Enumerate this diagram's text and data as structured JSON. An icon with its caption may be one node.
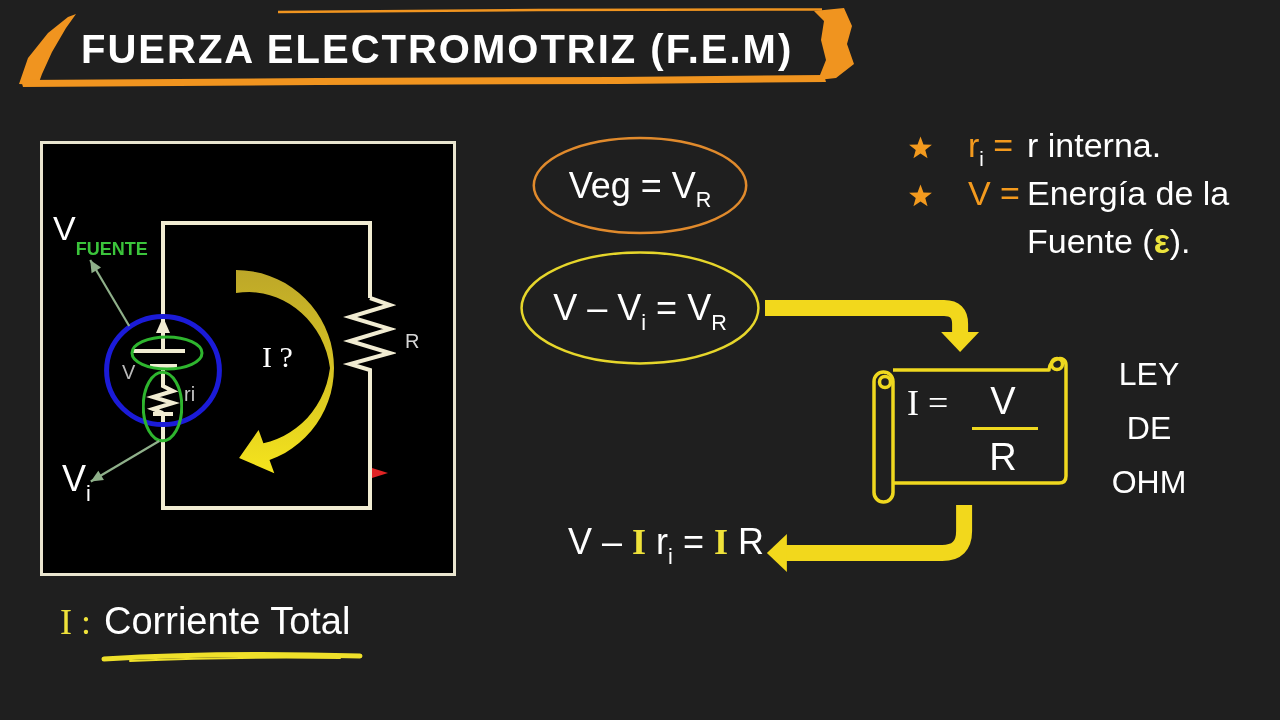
{
  "diagram": {
    "title": "FUERZA ELECTROMOTRIZ (F.E.M)",
    "nodes": [
      {
        "text": [],
        "shape": "box"
      },
      {
        "text": [
          "V$_{FUENTE}$"
        ],
        "in": 0
      },
      {
        "text": [],
        "shape": "circle",
        "in": 0
      },
      {
        "text": [],
        "shape": "circle",
        "in": 0
      },
      {
        "text": [
          "V$_{i}$"
        ],
        "in": 0
      },
      {
        "text": [
          "Veg = V$_{R}$"
        ]
      },
      {
        "text": [
          "V – V$_{i}$ = V$_{R}$"
        ]
      },
      {
        "text": [
          "I =",
          "V",
          "R"
        ],
        "beside": [
          "LEY DE OHM"
        ]
      },
      {
        "text": [
          "V – **I** r$_{i}$ = **I** R"
        ]
      }
    ],
    "edges": [
      {
        "from": 2,
        "to": 1,
        "arrow": "to",
        "color": "#8fb08a"
      },
      {
        "from": 3,
        "to": 4,
        "arrow": "to",
        "color": "#8fb08a"
      },
      {
        "from": 6,
        "to": 7,
        "arrow": "to",
        "style": "thick",
        "color": "#f2d81c"
      },
      {
        "from": 7,
        "to": 8,
        "arrow": "to",
        "style": "thick",
        "color": "#f2d81c"
      }
    ],
    "labels": [
      "I ?",
      "R",
      "V",
      "ri",
      "r$_{i}$ =",
      "r interna.",
      "V =",
      "Energía de la Fuente (**ε**).",
      "I :",
      "Corriente Total"
    ]
  }
}
